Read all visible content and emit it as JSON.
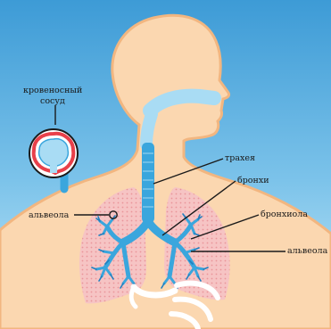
{
  "labels": {
    "blood_vessel_line1": "кровеносный",
    "blood_vessel_line2": "сосуд",
    "alveola_left": "альвеола",
    "trachea": "трахея",
    "bronchi": "бронхи",
    "bronchiole": "бронхиола",
    "alveola_right": "альвеола"
  },
  "colors": {
    "background_top": "#3d9bd6",
    "background_bottom": "#bfe6f7",
    "body_skin": "#fbd7b0",
    "body_outline": "#f2b680",
    "lungs": "#f6c4c4",
    "lung_dots": "#e9959a",
    "airway": "#3aa6dd",
    "airway_light": "#a9dcf4",
    "ribs": "#ffffff",
    "vessel_red": "#e8404a"
  },
  "icons": {
    "inset_magnifier": "alveolus-inset-icon",
    "alveola_marker": "alveola-circle-marker-icon"
  }
}
